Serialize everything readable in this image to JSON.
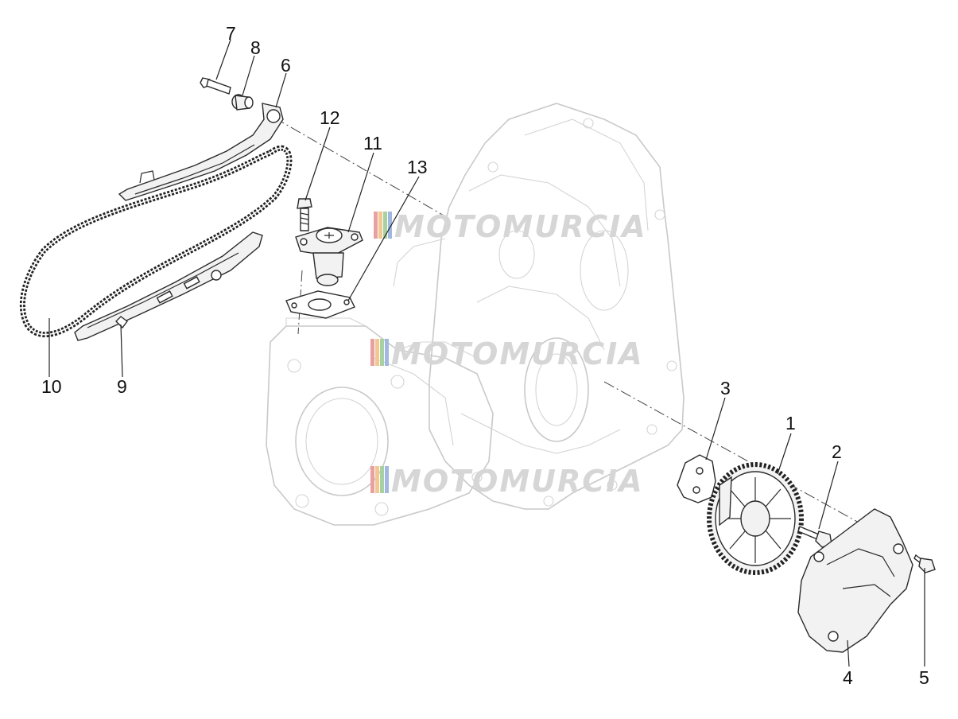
{
  "watermark": {
    "text": "MOTOMURCIA",
    "stripe_colors": [
      "#e8a0a0",
      "#f0c890",
      "#a8d0a0",
      "#a0b8e0"
    ]
  },
  "callouts": {
    "c1": "1",
    "c2": "2",
    "c3": "3",
    "c4": "4",
    "c5": "5",
    "c6": "6",
    "c7": "7",
    "c8": "8",
    "c9": "9",
    "c10": "10",
    "c11": "11",
    "c12": "12",
    "c13": "13"
  },
  "parts": {
    "p1": "oil-pump-drive-gear",
    "p2": "pump-bolt",
    "p3": "pump-gasket-plate",
    "p4": "oil-pump-cover",
    "p5": "cover-screw",
    "p6": "tensioner-slider",
    "p7": "pivot-bolt",
    "p8": "spacer-bushing",
    "p9": "chain-guide",
    "p10": "timing-chain",
    "p11": "chain-tensioner",
    "p12": "tensioner-screw",
    "p13": "tensioner-gasket"
  }
}
